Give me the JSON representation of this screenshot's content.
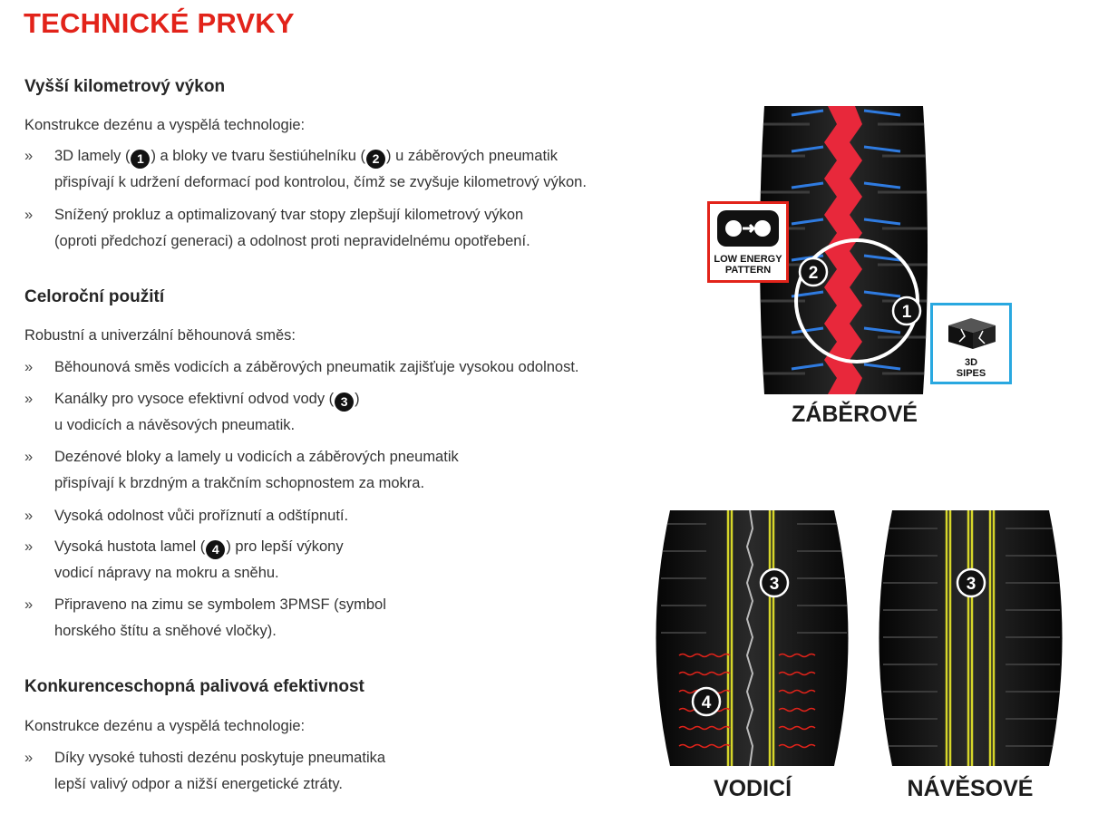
{
  "page": {
    "title": "TECHNICKÉ PRVKY"
  },
  "sections": [
    {
      "heading": "Vyšší kilometrový výkon",
      "intro": "Konstrukce dezénu a vyspělá technologie:",
      "bullets": [
        {
          "l1a": "3D lamely (",
          "n1": "1",
          "l1b": ") a bloky ve tvaru šestiúhelníku (",
          "n2": "2",
          "l1c": ") u záběrových pneumatik",
          "l2": "přispívají k udržení deformací pod kontrolou, čímž se zvyšuje kilometrový výkon."
        },
        {
          "l1": "Snížený prokluz a optimalizovaný tvar stopy zlepšují kilometrový výkon",
          "l2": "(oproti předchozí generaci) a odolnost proti nepravidelnému opotřebení."
        }
      ]
    },
    {
      "heading": "Celoroční použití",
      "intro": "Robustní a univerzální běhounová směs:",
      "bullets": [
        {
          "l1": "Běhounová směs vodicích a záběrových pneumatik zajišťuje vysokou odolnost."
        },
        {
          "l1a": "Kanálky pro vysoce efektivní odvod vody (",
          "n1": "3",
          "l1b": ")",
          "l2": "u vodicích a návěsových pneumatik."
        },
        {
          "l1": "Dezénové bloky a lamely u vodicích a záběrových pneumatik",
          "l2": "přispívají k brzdným a trakčním schopnostem za mokra."
        },
        {
          "l1": "Vysoká odolnost vůči proříznutí a odštípnutí."
        },
        {
          "l1a": "Vysoká hustota lamel (",
          "n1": "4",
          "l1b": ") pro lepší výkony",
          "l2": "vodicí nápravy na mokru a sněhu."
        },
        {
          "l1": "Připraveno na zimu se symbolem 3PMSF (symbol",
          "l2": "horského štítu a sněhové vločky)."
        }
      ]
    },
    {
      "heading": "Konkurenceschopná palivová efektivnost",
      "intro": "Konstrukce dezénu a vyspělá technologie:",
      "bullets": [
        {
          "l1": "Díky vysoké tuhosti dezénu poskytuje pneumatika",
          "l2": "lepší valivý odpor a nižší energetické ztráty."
        }
      ]
    }
  ],
  "bullet_mark": "»",
  "tires": {
    "drive": {
      "label": "ZÁBĚROVÉ",
      "markers": [
        "2",
        "1"
      ]
    },
    "steer": {
      "label": "VODICÍ",
      "markers": [
        "3",
        "4"
      ]
    },
    "trailer": {
      "label": "NÁVĚSOVÉ",
      "markers": [
        "3"
      ]
    }
  },
  "badges": {
    "low_energy": {
      "line1": "LOW ENERGY",
      "line2": "PATTERN",
      "border_color": "#e2231a"
    },
    "sipes": {
      "line1": "3D",
      "line2": "SIPES",
      "border_color": "#29a8e0"
    }
  },
  "colors": {
    "accent": "#e2231a",
    "blue": "#1f6fd6",
    "yellow": "#d6d62a"
  }
}
